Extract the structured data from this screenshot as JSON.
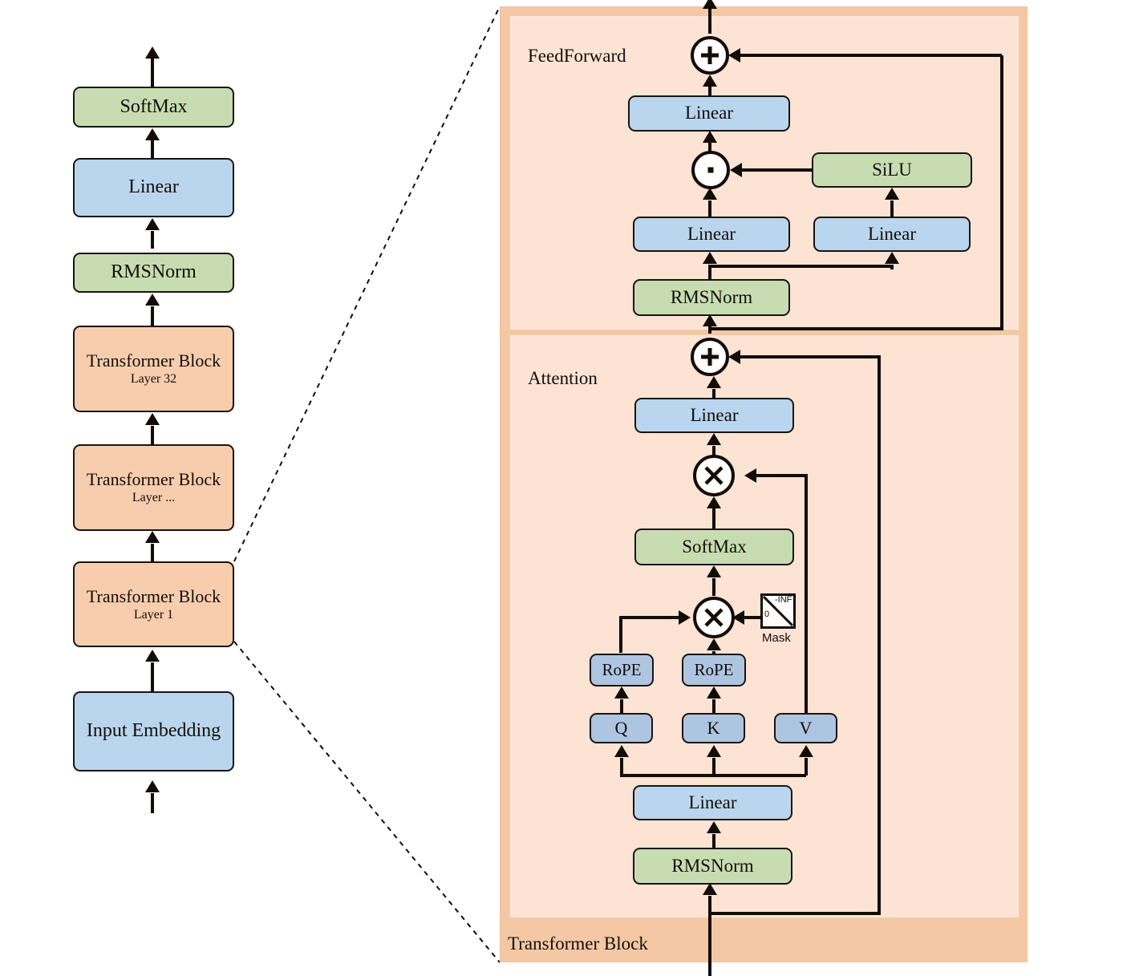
{
  "diagram": {
    "title": "Transformer (LLaMA-style) architecture diagram",
    "colors": {
      "green": "#c7ddb1",
      "blue": "#bad6ee",
      "blue_dark": "#aec5e2",
      "orange": "#f7cdae",
      "panel_outer": "#f4c8a4",
      "panel_inner": "#fce3d4",
      "stroke": "#120d08",
      "background": "#ffffff"
    }
  },
  "left_stack": {
    "nodes": [
      {
        "label": "SoftMax",
        "sublabel": "",
        "kind": "green"
      },
      {
        "label": "Linear",
        "sublabel": "",
        "kind": "blue"
      },
      {
        "label": "RMSNorm",
        "sublabel": "",
        "kind": "green"
      },
      {
        "label": "Transformer Block",
        "sublabel": "Layer 32",
        "kind": "orange"
      },
      {
        "label": "Transformer Block",
        "sublabel": "Layer ...",
        "kind": "orange"
      },
      {
        "label": "Transformer Block",
        "sublabel": "Layer 1",
        "kind": "orange"
      },
      {
        "label": "Input Embedding",
        "sublabel": "",
        "kind": "blue"
      }
    ]
  },
  "detail_panel": {
    "outer_label": "Transformer Block",
    "sections": [
      {
        "name": "FeedForward",
        "label": "FeedForward"
      },
      {
        "name": "Attention",
        "label": "Attention"
      }
    ],
    "feedforward": {
      "nodes": [
        {
          "label": "Linear",
          "kind": "blue",
          "role": "ff-out-linear"
        },
        {
          "label": "SiLU",
          "kind": "green",
          "role": "ff-silu"
        },
        {
          "label": "Linear",
          "kind": "blue",
          "role": "ff-up-linear"
        },
        {
          "label": "Linear",
          "kind": "blue",
          "role": "ff-gate-linear"
        },
        {
          "label": "RMSNorm",
          "kind": "green",
          "role": "ff-rmsnorm"
        }
      ],
      "operators": [
        {
          "glyph": "plus",
          "role": "ff-residual-add"
        },
        {
          "glyph": "dot",
          "role": "ff-elementwise-multiply"
        }
      ]
    },
    "attention": {
      "nodes": [
        {
          "label": "Linear",
          "kind": "blue",
          "role": "attn-out-linear"
        },
        {
          "label": "SoftMax",
          "kind": "green",
          "role": "attn-softmax"
        },
        {
          "label": "RoPE",
          "kind": "blue2",
          "role": "rope-q"
        },
        {
          "label": "RoPE",
          "kind": "blue2",
          "role": "rope-k"
        },
        {
          "label": "Q",
          "kind": "blue2",
          "role": "q-proj"
        },
        {
          "label": "K",
          "kind": "blue2",
          "role": "k-proj"
        },
        {
          "label": "V",
          "kind": "blue2",
          "role": "v-proj"
        },
        {
          "label": "Linear",
          "kind": "blue",
          "role": "qkv-linear"
        },
        {
          "label": "RMSNorm",
          "kind": "green",
          "role": "attn-rmsnorm"
        }
      ],
      "operators": [
        {
          "glyph": "plus",
          "role": "attn-residual-add"
        },
        {
          "glyph": "times",
          "role": "attn-scores-times-v"
        },
        {
          "glyph": "times",
          "role": "attn-qk-matmul"
        }
      ],
      "mask": {
        "label": "Mask",
        "upper_value": "-INF",
        "lower_value": "0"
      }
    }
  }
}
